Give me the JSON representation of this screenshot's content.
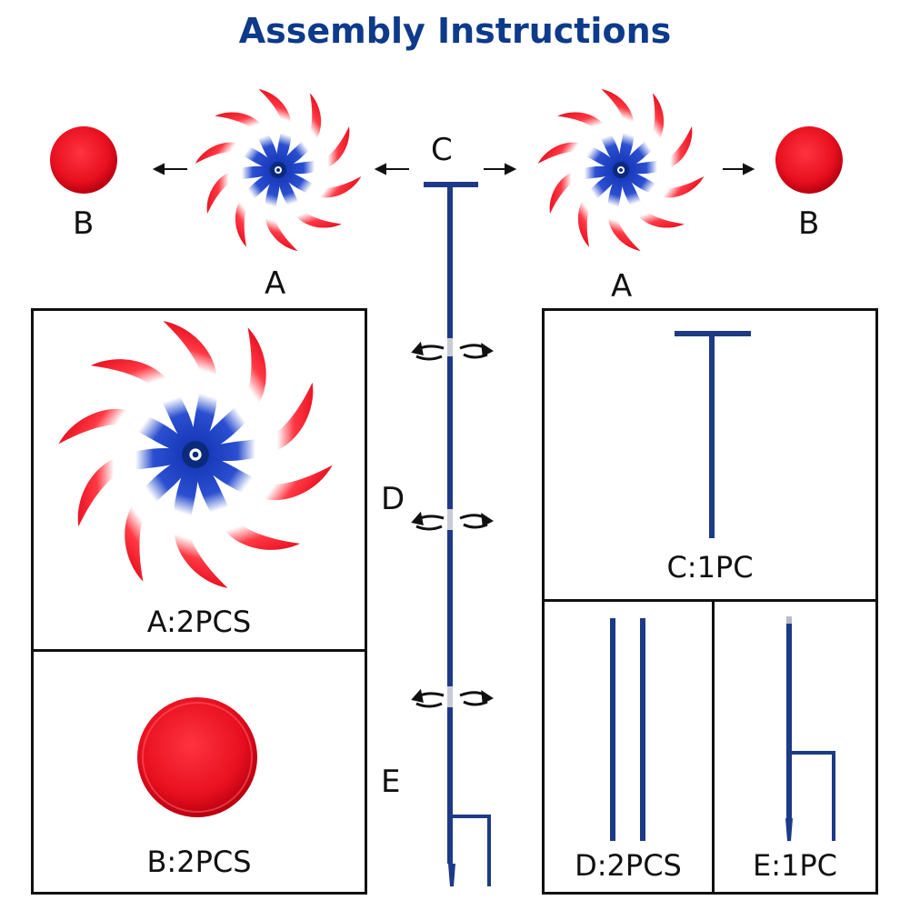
{
  "title": "Assembly Instructions",
  "colors": {
    "title": "#0d3a8a",
    "rod": "#1d3a86",
    "red": "#e8101f",
    "blue": "#1030b0",
    "border": "#111111"
  },
  "labels": {
    "b_left": "B",
    "a_left": "A",
    "c_top": "C",
    "a_right": "A",
    "b_right": "B",
    "d": "D",
    "e": "E"
  },
  "parts": {
    "a": "A:2PCS",
    "b": "B:2PCS",
    "c": "C:1PC",
    "d": "D:2PCS",
    "e": "E:1PC"
  },
  "icons": [
    "pinwheel-icon",
    "ball-icon",
    "arrow-icon",
    "twist-arrow-icon",
    "t-handle-rod-icon",
    "rod-icon",
    "ground-stake-icon"
  ]
}
